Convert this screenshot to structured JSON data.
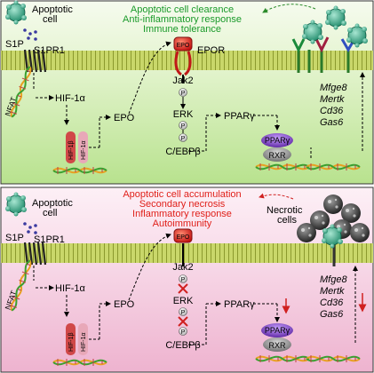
{
  "top_panel": {
    "outcomes": [
      "Apoptotic cell clearance",
      "Anti-inflammatory response",
      "Immune tolerance"
    ],
    "apoptotic_cell_label": [
      "Apoptotic",
      "cell"
    ],
    "s1p": "S1P",
    "s1pr1": "S1PR1",
    "epo": "EPO",
    "epor": "EPOR",
    "jak2": "Jak2",
    "nfat": "NFAT",
    "hif1a": "HIF-1α",
    "epo_gene": "EPO",
    "hif1b_label": "HIF-1β",
    "hif1a_label": "HIF-1α",
    "erk": "ERK",
    "p": "P",
    "cebpb": "C/EBPβ",
    "pparg": "PPARγ",
    "pparg_box": "PPARγ",
    "rxr": "RXR",
    "genes": [
      "Mfge8",
      "Mertk",
      "Cd36",
      "Gas6"
    ]
  },
  "bottom_panel": {
    "outcomes": [
      "Apoptotic cell accumulation",
      "Secondary necrosis",
      "Inflammatory response",
      "Autoimmunity"
    ],
    "apoptotic_cell_label": [
      "Apoptotic",
      "cell"
    ],
    "necrotic_cells_label": [
      "Necrotic",
      "cells"
    ],
    "s1p": "S1P",
    "s1pr1": "S1PR1",
    "epo": "EPO",
    "jak2": "Jak2",
    "nfat": "NFAT",
    "hif1a": "HIF-1α",
    "epo_gene": "EPO",
    "hif1b_label": "HIF-1β",
    "hif1a_label": "HIF-1α",
    "erk": "ERK",
    "p": "P",
    "cebpb": "C/EBPβ",
    "pparg": "PPARγ",
    "pparg_box": "PPARγ",
    "rxr": "RXR",
    "genes": [
      "Mfge8",
      "Mertk",
      "Cd36",
      "Gas6"
    ]
  },
  "colors": {
    "top_bg": "#d8f0b8",
    "bottom_bg": "#f5c8dc",
    "membrane": "#b4c84a",
    "outcome_green": "#1a9a2a",
    "outcome_red": "#e0201a",
    "epo_red": "#d81010",
    "cell_green": "#3aa88a",
    "necrotic_dark": "#333333",
    "pparg_purple": "#7a3fb8",
    "rxr_grey": "#8a8a8a"
  }
}
